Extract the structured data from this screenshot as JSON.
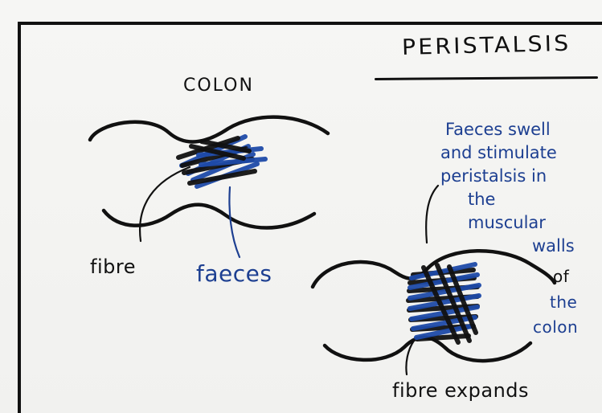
{
  "title": "PERISTALSIS",
  "colon_label": "COLON",
  "fibre_label": "fibre",
  "faeces_label": "faeces",
  "note_lines": [
    "Faeces swell",
    "and stimulate",
    "peristalsis in",
    "the",
    "muscular",
    "walls"
  ],
  "of_label": "of",
  "the_label": "the",
  "colon_word": "colon",
  "bottom_label": "fibre expands",
  "colors": {
    "black_ink": "#111111",
    "blue_ink": "#1d3f91",
    "paper": "#f4f4f2"
  }
}
